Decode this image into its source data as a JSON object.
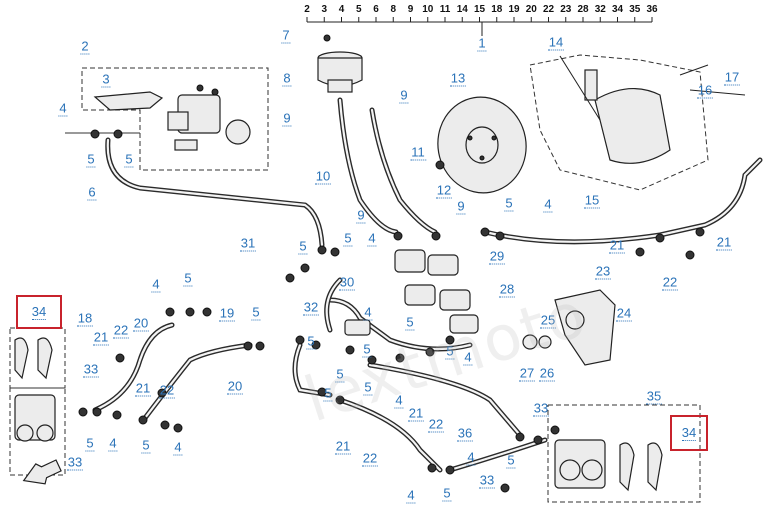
{
  "top_numbers": [
    "2",
    "3",
    "4",
    "5",
    "6",
    "8",
    "9",
    "10",
    "11",
    "14",
    "15",
    "18",
    "19",
    "20",
    "22",
    "23",
    "28",
    "32",
    "34",
    "35",
    "36"
  ],
  "labels": {
    "l1": "1",
    "l2": "2",
    "l3": "3",
    "l4a": "4",
    "l5a": "5",
    "l5b": "5",
    "l6": "6",
    "l7": "7",
    "l8": "8",
    "l9a": "9",
    "l9b": "9",
    "l9c": "9",
    "l9d": "9",
    "l10": "10",
    "l11": "11",
    "l12": "12",
    "l13": "13",
    "l14": "14",
    "l15": "15",
    "l16": "16",
    "l17": "17",
    "l18": "18",
    "l19": "19",
    "l20a": "20",
    "l20b": "20",
    "l21a": "21",
    "l21b": "21",
    "l21c": "21",
    "l21d": "21",
    "l21e": "21",
    "l21f": "21",
    "l21g": "21",
    "l22a": "22",
    "l22b": "22",
    "l22c": "22",
    "l22d": "22",
    "l22e": "22",
    "l22f": "22",
    "l23": "23",
    "l24": "24",
    "l25": "25",
    "l26": "26",
    "l27": "27",
    "l28": "28",
    "l29": "29",
    "l30": "30",
    "l31": "31",
    "l32": "32",
    "l33a": "33",
    "l33b": "33",
    "l33c": "33",
    "l33d": "33",
    "l35": "35",
    "l36": "36",
    "l4b": "4",
    "l4c": "4",
    "l4d": "4",
    "l4e": "4",
    "l4f": "4",
    "l4g": "4",
    "l4h": "4",
    "l4i": "4",
    "l4j": "4",
    "l4k": "4",
    "l5c": "5",
    "l5d": "5",
    "l5e": "5",
    "l5f": "5",
    "l5g": "5",
    "l5h": "5",
    "l5i": "5",
    "l5j": "5",
    "l5k": "5",
    "l5l": "5",
    "l5m": "5",
    "l5n": "5",
    "l5o": "5",
    "l5p": "5",
    "l5q": "5",
    "l5r": "5"
  },
  "highlight_left": "34",
  "highlight_right": "34",
  "watermark": "lextmoto"
}
